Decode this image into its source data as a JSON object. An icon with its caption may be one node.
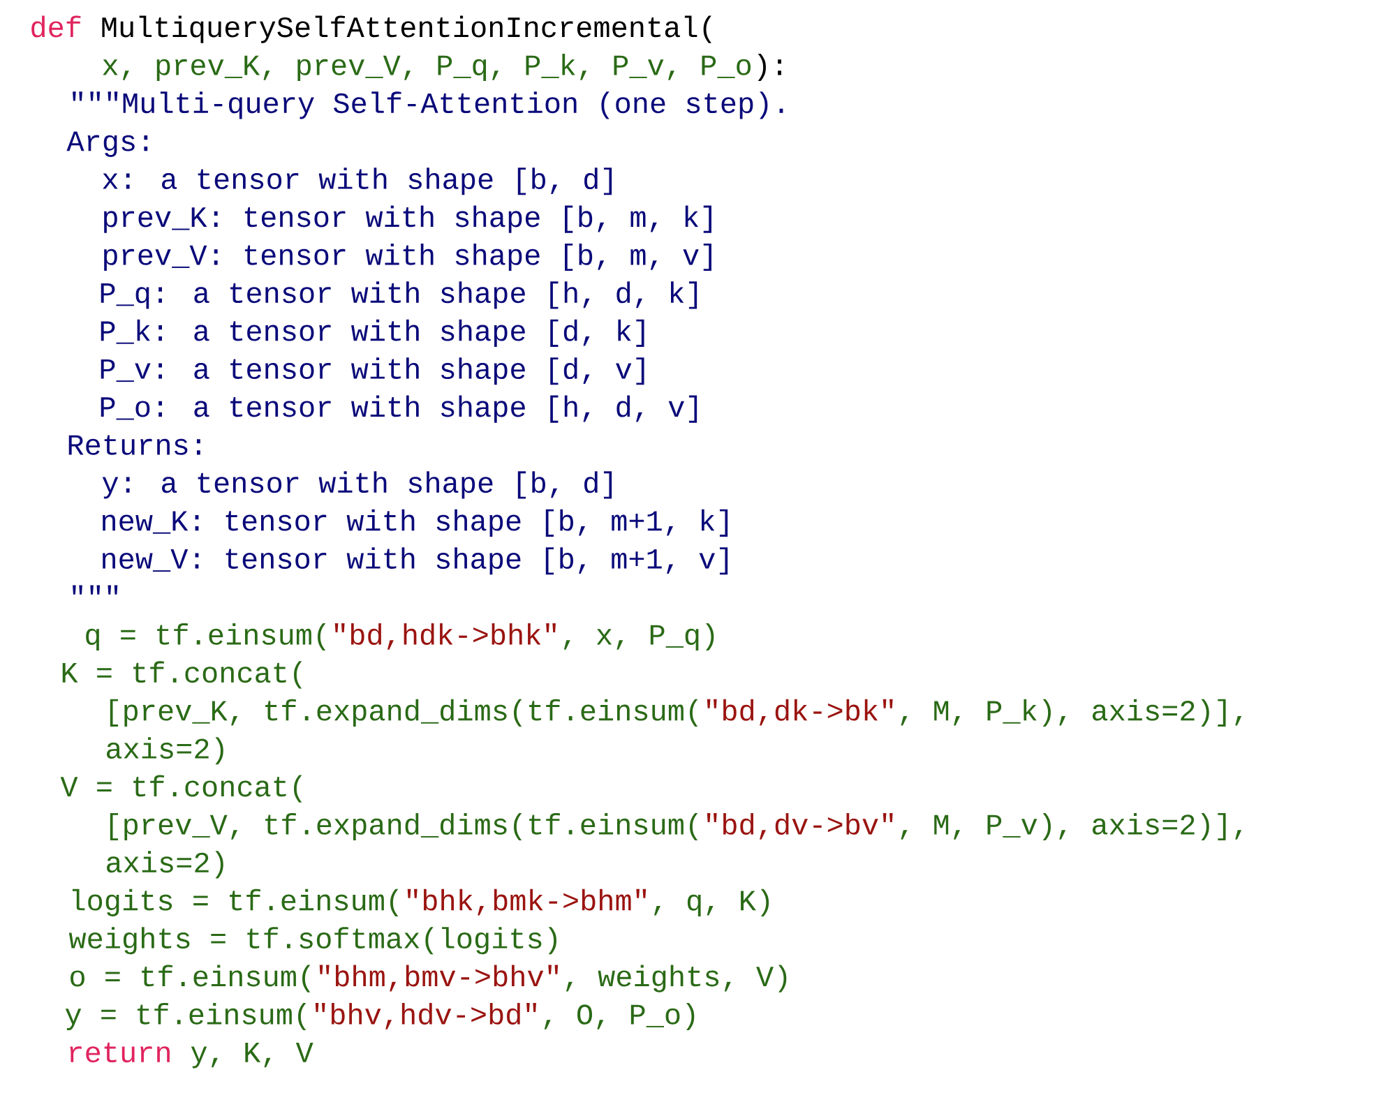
{
  "diagram": {
    "labels": [
      "def",
      "MultiquerySelfAttentionIncremental(",
      "x, prev_K, prev_V, P_q, P_k, P_v, P_o",
      "):",
      "\"\"\"Multi-query Self-Attention (one step).",
      "Args:",
      "x: a tensor with shape [b, d]",
      "prev_K: tensor with shape [b, m, k]",
      "prev_V: tensor with shape [b, m, v]",
      "P_q: a tensor with shape [h, d, k]",
      "P_k: a tensor with shape [d, k]",
      "P_v: a tensor with shape [d, v]",
      "P_o: a tensor with shape [h, d, v]",
      "Returns:",
      "y: a tensor with shape [b, d]",
      "new_K: tensor with shape [b, m+1, k]",
      "new_V: tensor with shape [b, m+1, v]",
      "\"\"\"",
      "q = tf.einsum(",
      "\"bd,hdk->bhk\"",
      ", x, P_q)",
      "K = tf.concat(",
      "[prev_K, tf.expand_dims(tf.einsum(",
      "\"bd,dk->bk\"",
      ", M, P_k), axis=2)],",
      "axis=2)",
      "V = tf.concat(",
      "[prev_V, tf.expand_dims(tf.einsum(",
      "\"bd,dv->bv\"",
      ", M, P_v), axis=2)],",
      "axis=2)",
      "logits = tf.einsum(",
      "\"bhk,bmk->bhm\"",
      ", q, K)",
      "weights = tf.softmax(logits)",
      "o = tf.einsum(",
      "\"bhm,bmv->bhv\"",
      ", weights, V)",
      "y = tf.einsum(",
      "\"bhv,hdv->bd\"",
      ", O, P_o)",
      "return",
      "y, K, V"
    ]
  }
}
